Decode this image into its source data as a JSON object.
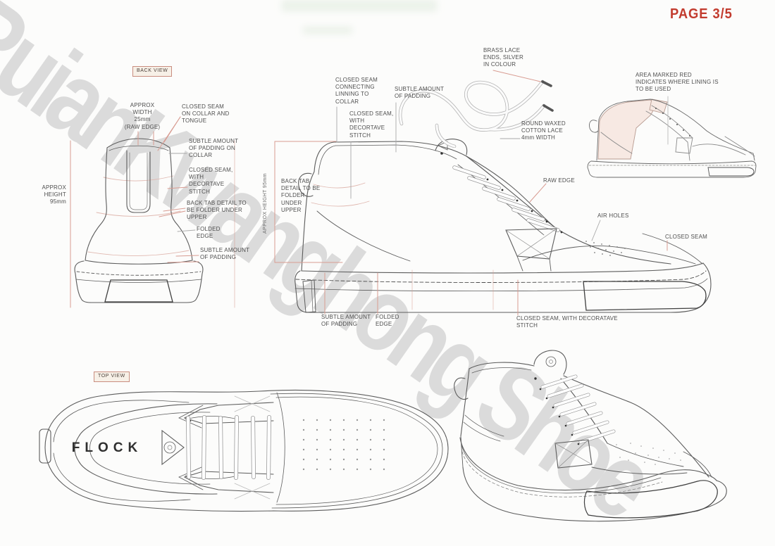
{
  "page": {
    "page_label": "PAGE 3/5",
    "watermark": "RuianKwanghong Shoe",
    "colors": {
      "accent_red": "#c23b2e",
      "leader_red": "#d89c92",
      "ink": "#4f4f4f",
      "line": "#666666",
      "lining_fill": "#f7e9e3"
    }
  },
  "back_view": {
    "tag": "BACK VIEW",
    "ann_width": "APPROX\nWIDTH\n25mm\n(RAW EDGE)",
    "ann_closed_seam_collar": "CLOSED SEAM\nON COLLAR AND\nTONGUE",
    "ann_padding_collar": "SUBTLE AMOUNT\nOF PADDING ON\nCOLLAR",
    "ann_decorative": "CLOSED SEAM,\nWITH\nDECORTAVE\nSTITCH",
    "ann_back_tab": "BACK TAB DETAIL TO\nBE FOLDER UNDER\nUPPER",
    "ann_folded_edge": "FOLDED\nEDGE",
    "ann_padding": "SUBTLE AMOUNT\nOF PADDING",
    "ann_height": "APPROX\nHEIGHT\n95mm"
  },
  "side_view": {
    "ann_lining_seam": "CLOSED SEAM\nCONNECTING\nLINNING TO\nCOLLAR",
    "ann_padding_top": "SUBTLE AMOUNT\nOF PADDING",
    "ann_decorative": "CLOSED SEAM,\nWITH\nDECORTAVE\nSTITCH",
    "ann_back_tab": "BACK TAB\nDETAIL TO BE\nFOLDER\nUNDER\nUPPER",
    "ann_height_vertical": "APPROX HEIGHT 95mm",
    "ann_brass_lace": "BRASS LACE\nENDS, SILVER\nIN COLOUR",
    "ann_cotton_lace": "ROUND WAXED\nCOTTON LACE\n4mm WIDTH",
    "ann_raw_edge": "RAW EDGE",
    "ann_air_holes": "AIR HOLES",
    "ann_closed_seam": "CLOSED SEAM",
    "ann_padding_bottom": "SUBTLE AMOUNT\nOF PADDING",
    "ann_folded_edge": "FOLDED\nEDGE",
    "ann_decorative_long": "CLOSED SEAM, WITH DECORATAVE\nSTITCH"
  },
  "lining_view": {
    "ann_lining_area": "AREA MARKED RED\nINDICATES WHERE LINING IS\nTO BE USED"
  },
  "top_view": {
    "tag": "TOP VIEW",
    "brand": "FLOCK"
  }
}
